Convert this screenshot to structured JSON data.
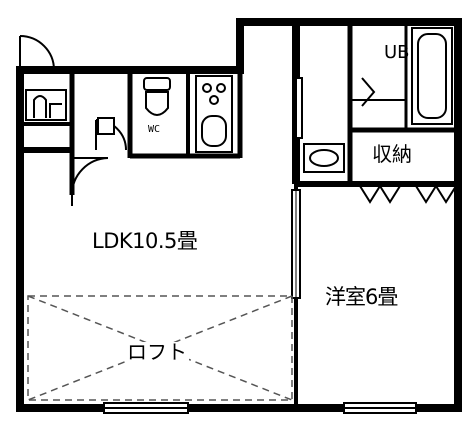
{
  "rooms": {
    "ldk": "LDK10.5畳",
    "western": "洋室6畳",
    "loft": "ロフト",
    "closet": "収納",
    "wc": "WC",
    "ub": "UB"
  },
  "colors": {
    "wall": "#000000",
    "background": "#ffffff",
    "hatch": "#555555"
  }
}
